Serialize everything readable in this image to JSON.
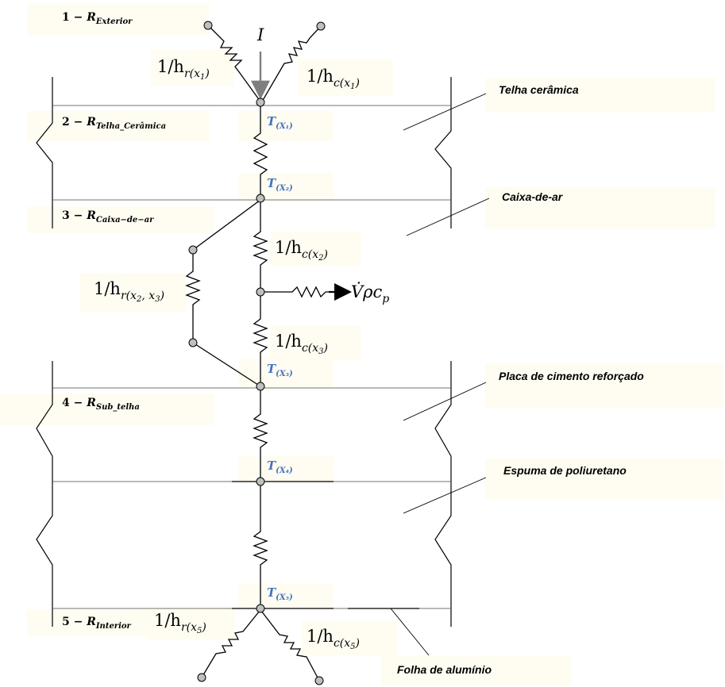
{
  "layers": [
    {
      "num": "1 −",
      "R": "R",
      "sub": "Exterior"
    },
    {
      "num": "2 −",
      "R": "R",
      "sub": "Telha_Cerâmica"
    },
    {
      "num": "3 −",
      "R": "R",
      "sub": "Caixa−de−ar"
    },
    {
      "num": "4 −",
      "R": "R",
      "sub": "Sub_telha"
    },
    {
      "num": "5 −",
      "R": "R",
      "sub": "Interior"
    }
  ],
  "materials": {
    "telha": "Telha cerâmica",
    "caixa": "Caixa-de-ar",
    "placa": "Placa de cimento reforçado",
    "espuma": "Espuma de poliuretano",
    "folha": "Folha de alumínio"
  },
  "temperatures": [
    {
      "T": "T",
      "sub": "(X₁)"
    },
    {
      "T": "T",
      "sub": "(X₂)"
    },
    {
      "T": "T",
      "sub": "(X₃)"
    },
    {
      "T": "T",
      "sub": "(X₄)"
    },
    {
      "T": "T",
      "sub": "(X₅)"
    }
  ],
  "formulas": {
    "irradiance": "I",
    "hr1": {
      "pre": "1/h",
      "sub": "r(x",
      "ss": "1",
      "post": ")"
    },
    "hc1": {
      "pre": "1/h",
      "sub": "c(x",
      "ss": "1",
      "post": ")"
    },
    "hc2": {
      "pre": "1/h",
      "sub": "c(x",
      "ss": "2",
      "post": ")"
    },
    "hr23": {
      "pre": "1/h",
      "sub": "r(x",
      "ss": "2",
      "mid": ", x",
      "ss2": "3",
      "post": ")"
    },
    "hc3": {
      "pre": "1/h",
      "sub": "c(x",
      "ss": "3",
      "post": ")"
    },
    "vent": "V̇ρc",
    "vent_sub": "p",
    "hr5": {
      "pre": "1/h",
      "sub": "r(x",
      "ss": "5",
      "post": ")"
    },
    "hc5": {
      "pre": "1/h",
      "sub": "c(x",
      "ss": "5",
      "post": ")"
    }
  }
}
